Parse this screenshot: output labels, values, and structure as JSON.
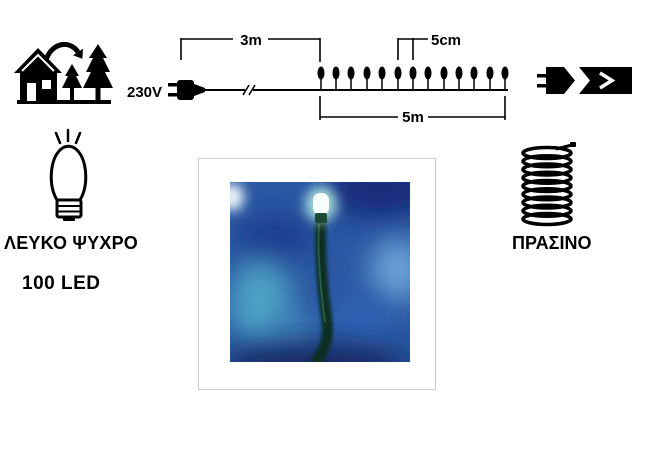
{
  "icons": {
    "environment": "indoor-outdoor-icon",
    "plug": "power-plug-icon",
    "end_connector": "end-connector-icon",
    "bulb": "led-bulb-icon",
    "cable": "coiled-cable-icon"
  },
  "diagram": {
    "voltage": "230V",
    "lead_length": "3m",
    "led_spacing": "5cm",
    "lit_length": "5m"
  },
  "specs": {
    "light_color": "ΛΕΥΚΟ ΨΥΧΡΟ",
    "led_count": "100 LED",
    "cable_color": "ΠΡΑΣΙΝΟ"
  },
  "colors": {
    "ink": "#000000",
    "background": "#ffffff",
    "frame_border": "#cccccc"
  }
}
